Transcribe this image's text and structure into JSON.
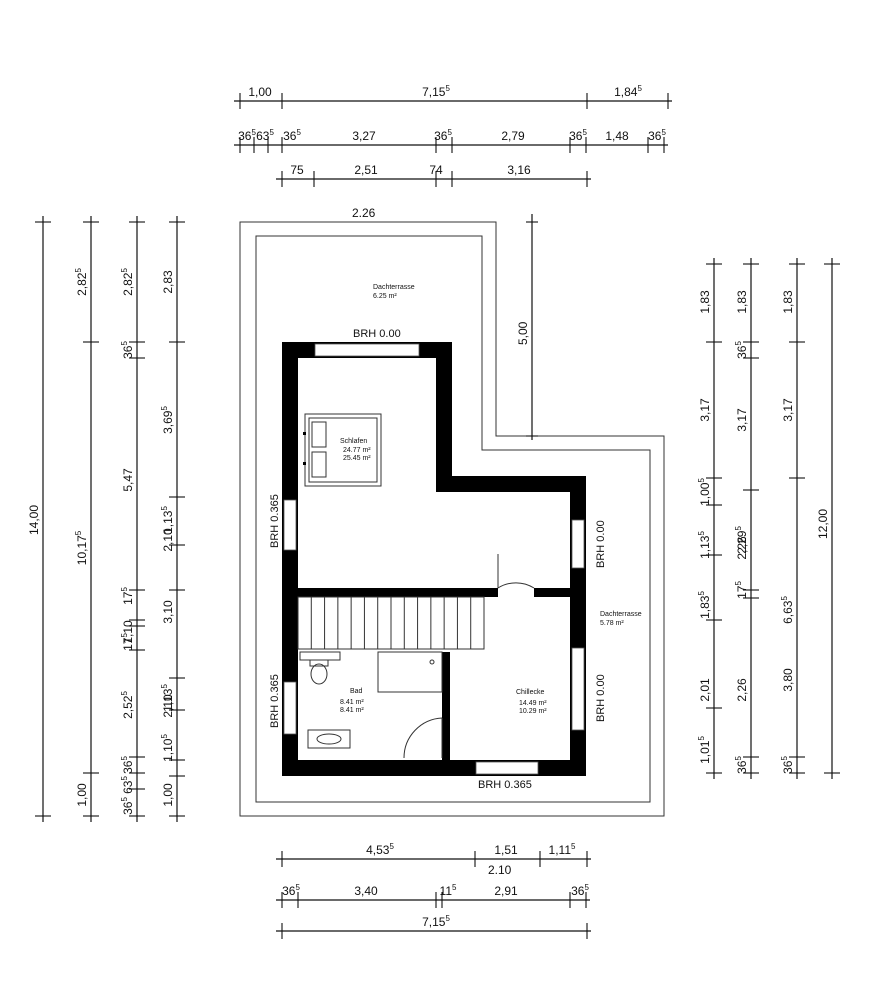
{
  "dimensions": {
    "top_row1": [
      {
        "v": "1,00",
        "s": ""
      },
      {
        "v": "7,15",
        "s": "5"
      },
      {
        "v": "1,84",
        "s": "5"
      }
    ],
    "top_row2": [
      {
        "v": "36",
        "s": "5"
      },
      {
        "v": "63",
        "s": "5"
      },
      {
        "v": "36",
        "s": "5"
      },
      {
        "v": "3,27",
        "s": ""
      },
      {
        "v": "36",
        "s": "5"
      },
      {
        "v": "2,79",
        "s": ""
      },
      {
        "v": "36",
        "s": "5"
      },
      {
        "v": "1,48",
        "s": ""
      },
      {
        "v": "36",
        "s": "5"
      }
    ],
    "top_row3": [
      {
        "v": "75",
        "s": ""
      },
      {
        "v": "2,51",
        "s": ""
      },
      {
        "v": "74",
        "s": ""
      },
      {
        "v": "3,16",
        "s": ""
      }
    ],
    "top_terrace_width": "2.26",
    "terrace_depth": "5,00",
    "left_col1": [
      {
        "v": "14,00",
        "s": ""
      }
    ],
    "left_col2": [
      {
        "v": "2,82",
        "s": "5"
      },
      {
        "v": "10,17",
        "s": "5"
      },
      {
        "v": "1,00",
        "s": ""
      }
    ],
    "left_col3": [
      {
        "v": "2,82",
        "s": "5"
      },
      {
        "v": "36",
        "s": "5"
      },
      {
        "v": "5,47",
        "s": ""
      },
      {
        "v": "1,10",
        "s": ""
      },
      {
        "v": "17",
        "s": "5"
      },
      {
        "v": "17",
        "s": "5"
      },
      {
        "v": "2,52",
        "s": "5"
      },
      {
        "v": "36",
        "s": "5"
      },
      {
        "v": "63",
        "s": "5"
      },
      {
        "v": "36",
        "s": "5"
      }
    ],
    "left_col4": [
      {
        "v": "2,83",
        "s": ""
      },
      {
        "v": "3,69",
        "s": "5"
      },
      {
        "v": "1,13",
        "s": "5"
      },
      {
        "v": "2,10",
        "s": ""
      },
      {
        "v": "3,10",
        "s": ""
      },
      {
        "v": "1,13",
        "s": "5"
      },
      {
        "v": "2,10",
        "s": ""
      },
      {
        "v": "1,10",
        "s": "5"
      },
      {
        "v": "1,00",
        "s": ""
      }
    ],
    "right_col1": [
      {
        "v": "1,83",
        "s": ""
      },
      {
        "v": "3,17",
        "s": ""
      },
      {
        "v": "1,00",
        "s": "5"
      },
      {
        "v": "1,13",
        "s": "5"
      },
      {
        "v": "1,83",
        "s": "5"
      },
      {
        "v": "2,01",
        "s": ""
      },
      {
        "v": "1,01",
        "s": "5"
      }
    ],
    "right_col2": [
      {
        "v": "1,83",
        "s": ""
      },
      {
        "v": "36",
        "s": "5"
      },
      {
        "v": "3,17",
        "s": ""
      },
      {
        "v": "2,26",
        "s": ""
      },
      {
        "v": "2,29",
        "s": "5"
      },
      {
        "v": "17",
        "s": "5"
      },
      {
        "v": "2,26",
        "s": ""
      },
      {
        "v": "36",
        "s": "5"
      }
    ],
    "right_col3": [
      {
        "v": "1,83",
        "s": ""
      },
      {
        "v": "3,17",
        "s": ""
      },
      {
        "v": "6,63",
        "s": "5"
      },
      {
        "v": "3,80",
        "s": ""
      },
      {
        "v": "36",
        "s": "5"
      }
    ],
    "right_col4": [
      {
        "v": "12,00",
        "s": ""
      }
    ],
    "bottom_row1": [
      {
        "v": "4,53",
        "s": "5"
      },
      {
        "v": "1,51",
        "s": ""
      },
      {
        "v": "1,11",
        "s": "5"
      }
    ],
    "bottom_sub": "2.10",
    "bottom_row2": [
      {
        "v": "36",
        "s": "5"
      },
      {
        "v": "3,40",
        "s": ""
      },
      {
        "v": "11",
        "s": "5"
      },
      {
        "v": "2,91",
        "s": ""
      },
      {
        "v": "36",
        "s": "5"
      }
    ],
    "bottom_row3": [
      {
        "v": "7,15",
        "s": "5"
      }
    ]
  },
  "rooms": {
    "terrace_top": {
      "name": "Dachterrasse",
      "area": "6.25 m²"
    },
    "schlafen": {
      "name": "Schlafen",
      "area1": "24.77 m²",
      "area2": "25.45 m²"
    },
    "terrace_right": {
      "name": "Dachterrasse",
      "area": "5.78 m²"
    },
    "bad": {
      "name": "Bad",
      "area1": "8.41 m²",
      "area2": "8.41 m²"
    },
    "chillecke": {
      "name": "Chillecke",
      "area1": "14.49 m²",
      "area2": "10.29 m²"
    }
  },
  "window_labels": {
    "top": "BRH 0.00",
    "left_upper": "BRH 0.365",
    "left_lower": "BRH 0.365",
    "right_upper": "BRH 0.00",
    "right_lower": "BRH 0.00",
    "bottom": "BRH 0.365"
  }
}
